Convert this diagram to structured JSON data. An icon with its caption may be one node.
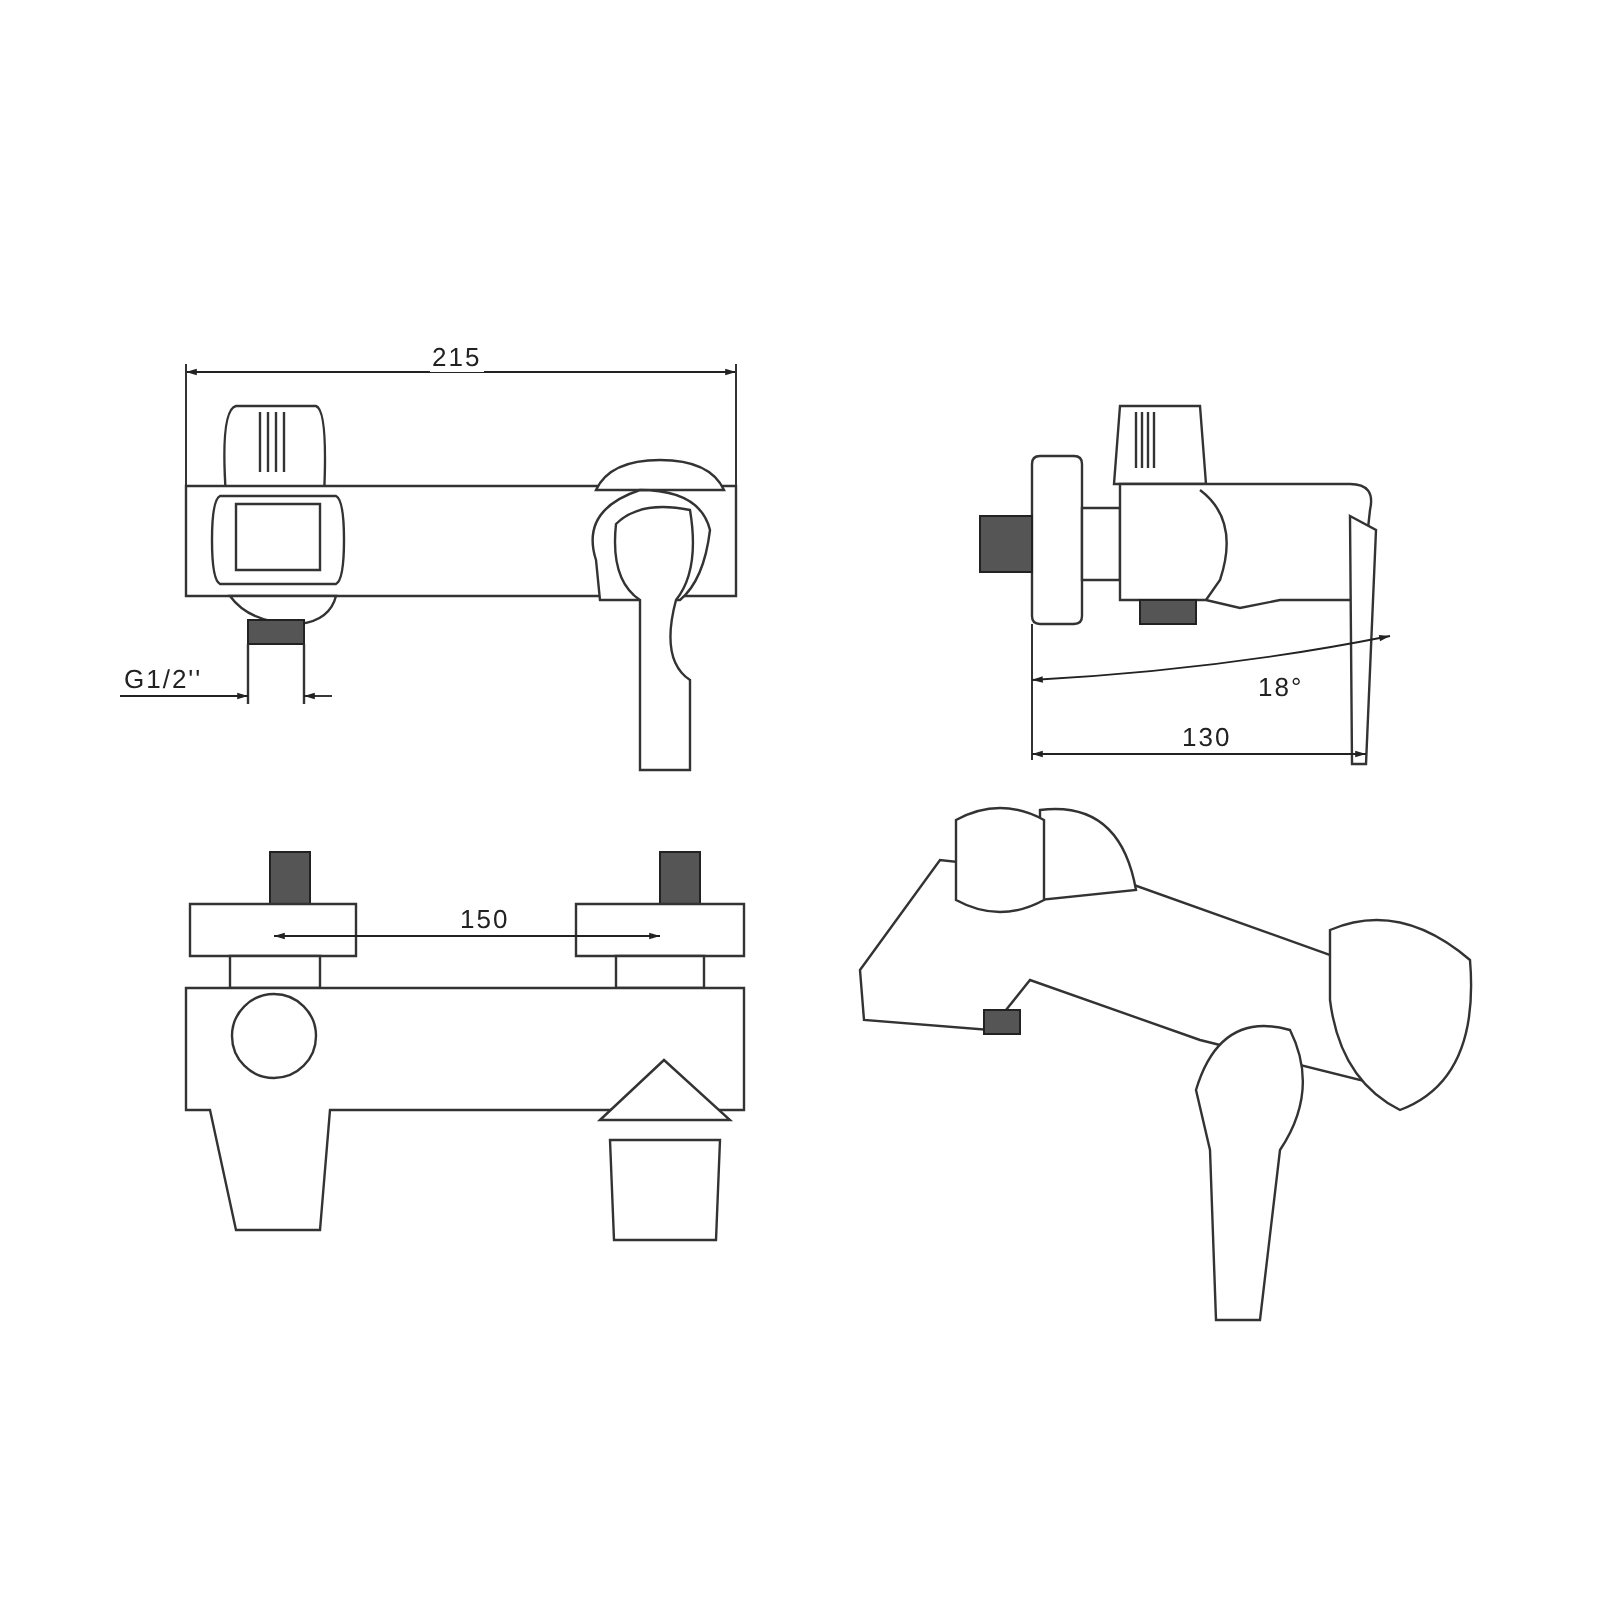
{
  "diagram": {
    "labels": [
      "215",
      "G1/2''",
      "18°",
      "130",
      "150"
    ]
  }
}
